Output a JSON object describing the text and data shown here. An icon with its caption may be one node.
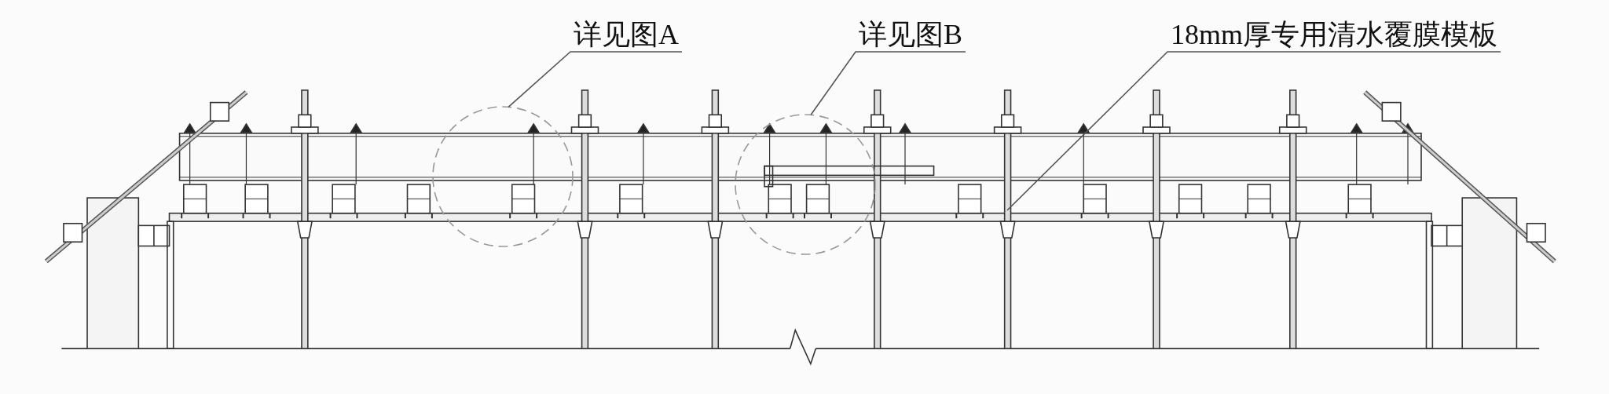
{
  "diagram": {
    "nodes": [
      {
        "text": [
          "详见图A"
        ]
      },
      {
        "text": [],
        "shape": "circle"
      },
      {
        "text": [
          "详见图B"
        ]
      },
      {
        "text": [],
        "shape": "circle"
      },
      {
        "text": [
          "18mm厚专用清水覆膜模板"
        ]
      }
    ],
    "edges": [
      {
        "from": 0,
        "to": 1,
        "arrow": "none"
      },
      {
        "from": 2,
        "to": 3,
        "arrow": "none"
      },
      {
        "from": 4,
        "to": null,
        "arrow": "none"
      }
    ]
  }
}
